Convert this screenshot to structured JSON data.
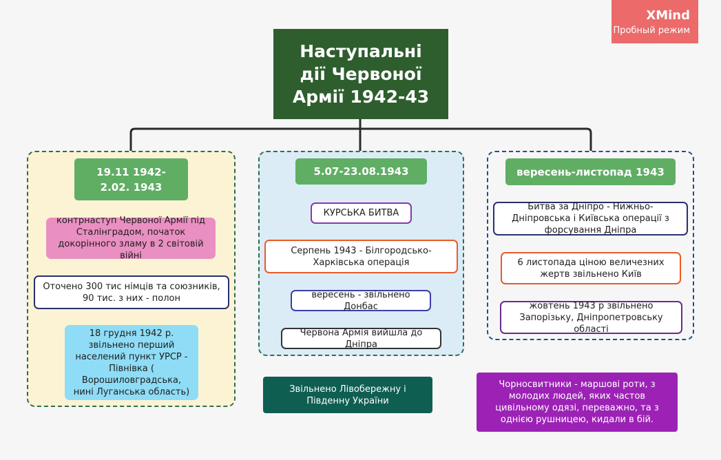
{
  "watermark": {
    "brand": "XMind",
    "mode": "Пробный режим"
  },
  "root": {
    "title": "Наступальні дії Червоної Армії 1942-43"
  },
  "branches": [
    {
      "heading": "19.11 1942-2.02. 1943",
      "items": [
        "контрнаступ Червоної Армії під Сталінградом, початок докорінного зламу в 2 світовій війні",
        "Оточено 300 тис німців та союзників, 90 тис. з них - полон",
        "18 грудня 1942 р. звільнено перший населений пункт УРСР - Півнівка ( Ворошиловградська, нині Луганська область)"
      ]
    },
    {
      "heading": "5.07-23.08.1943",
      "items": [
        "КУРСЬКА БИТВА",
        "Серпень 1943 - Білгородсько-Харківська операція",
        "вересень - звільнено Донбас",
        "Червона Армія вийшла до Дніпра"
      ]
    },
    {
      "heading": "вересень-листопад 1943",
      "items": [
        "Битва за Дніпро - Нижньо-Дніпровська і Київська операції з форсування Дніпра",
        "6 листопада ціною величезних жертв звільнено Київ",
        "жовтень 1943 р  звільнено Запорізьку, Дніпропетровську області"
      ]
    }
  ],
  "callouts": {
    "left_bank": "Звільнено Лівобережну і Південну України",
    "chornosvytnyky": "Чорносвитники - маршові роти, з молодих людей, яких частов цивільному одязі, переважно, та з однією рушницею, кидали в бій."
  },
  "colors": {
    "root": "#2e5e2e",
    "heading": "#5fae64",
    "watermark": "#ec6a6a",
    "callout_teal": "#0f5e52",
    "callout_purple": "#9c22b5"
  }
}
